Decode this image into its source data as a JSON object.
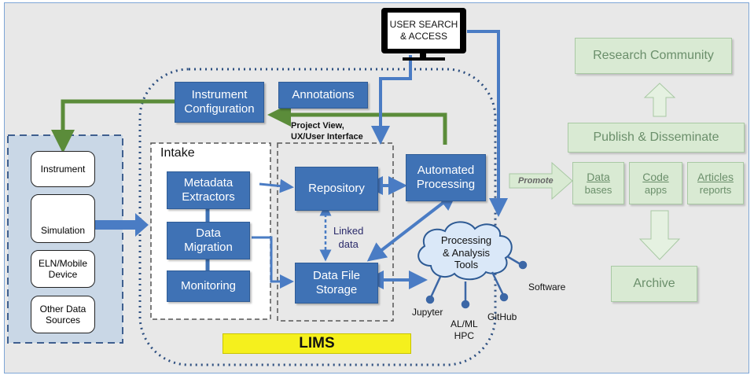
{
  "user_access": {
    "label_line1": "USER SEARCH",
    "label_line2": "& ACCESS"
  },
  "sources": {
    "instrument": "Instrument",
    "simulation": "Simulation",
    "eln_line1": "ELN/Mobile",
    "eln_line2": "Device",
    "other_line1": "Other Data",
    "other_line2": "Sources"
  },
  "lims": {
    "label": "LIMS",
    "instrument_config_line1": "Instrument",
    "instrument_config_line2": "Configuration",
    "annotations": "Annotations",
    "project_view_line1": "Project View,",
    "project_view_line2": "UX/User Interface",
    "intake": {
      "title": "Intake",
      "metadata_line1": "Metadata",
      "metadata_line2": "Extractors",
      "migration_line1": "Data",
      "migration_line2": "Migration",
      "monitoring": "Monitoring"
    },
    "repository": "Repository",
    "linked_line1": "Linked",
    "linked_line2": "data",
    "storage_line1": "Data File",
    "storage_line2": "Storage",
    "automated_line1": "Automated",
    "automated_line2": "Processing"
  },
  "processing": {
    "cloud_line1": "Processing",
    "cloud_line2": "& Analysis",
    "cloud_line3": "Tools",
    "jupyter": "Jupyter",
    "alml_line1": "AL/ML",
    "alml_line2": "HPC",
    "github": "GitHub",
    "software": "Software"
  },
  "outputs": {
    "promote": "Promote",
    "research_community": "Research Community",
    "publish": "Publish & Disseminate",
    "data_title": "Data",
    "data_sub": "bases",
    "code_title": "Code",
    "code_sub": "apps",
    "articles_title": "Articles",
    "articles_sub": "reports",
    "archive": "Archive"
  },
  "colors": {
    "blue_box": "#3f72b5",
    "flow_arrow": "#4a7cc4",
    "green_arrow": "#5b8c3a",
    "output_green": "#d9ead3",
    "lims_yellow": "#f5f01d"
  }
}
